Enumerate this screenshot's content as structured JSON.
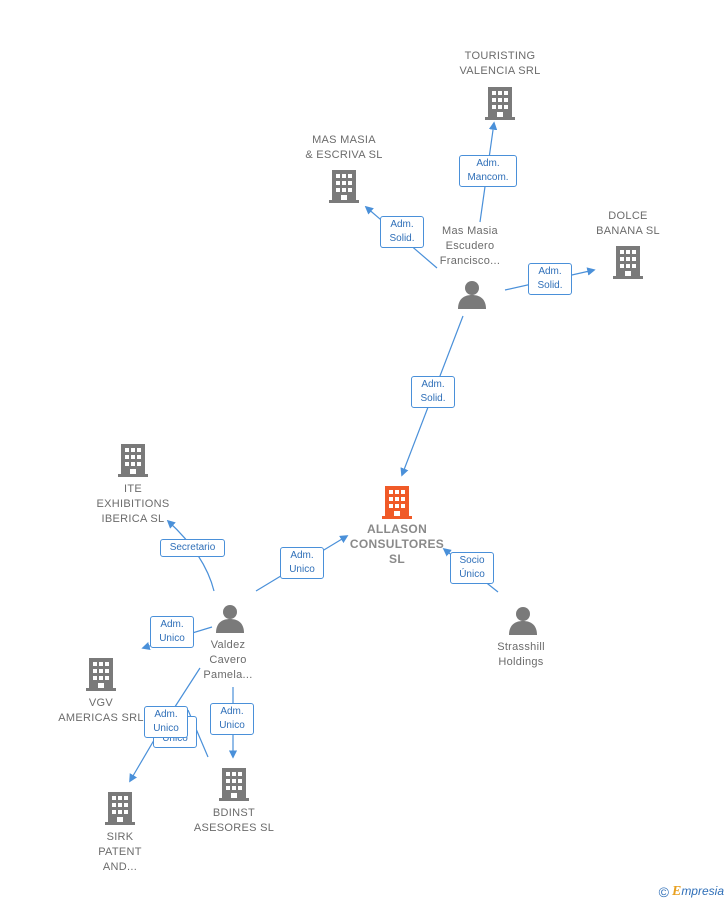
{
  "colors": {
    "edge": "#4a90d9",
    "building": "#7a7a7a",
    "building_main": "#f05a28",
    "person": "#7a7a7a",
    "label": "#6b6b6b"
  },
  "nodes": {
    "touristing": {
      "label": "TOURISTING\nVALENCIA SRL",
      "icon": "building-icon"
    },
    "masmasia_sl": {
      "label": "MAS MASIA\n& ESCRIVA  SL",
      "icon": "building-icon"
    },
    "dolce": {
      "label": "DOLCE\nBANANA  SL",
      "icon": "building-icon"
    },
    "masmasia_person": {
      "label": "Mas Masia\nEscudero\nFrancisco...",
      "icon": "person-icon"
    },
    "allason": {
      "label": "ALLASON\nCONSULTORES\nSL",
      "icon": "building-icon"
    },
    "ite": {
      "label": "ITE\nEXHIBITIONS\nIBERICA SL",
      "icon": "building-icon"
    },
    "valdez": {
      "label": "Valdez\nCavero\nPamela...",
      "icon": "person-icon"
    },
    "strasshill": {
      "label": "Strasshill\nHoldings",
      "icon": "person-icon"
    },
    "vgv": {
      "label": "VGV\nAMERICAS SRL",
      "icon": "building-icon"
    },
    "bdinst": {
      "label": "BDINST\nASESORES  SL",
      "icon": "building-icon"
    },
    "sirk": {
      "label": "SIRK\nPATENT\nAND...",
      "icon": "building-icon"
    }
  },
  "edge_labels": {
    "mancom": "Adm.\nMancom.",
    "solid_masmasia": "Adm.\nSolid.",
    "solid_dolce": "Adm.\nSolid.",
    "solid_allason": "Adm.\nSolid.",
    "unico_allason": "Adm.\nUnico",
    "socio": "Socio\nÚnico",
    "secretario": "Secretario",
    "unico_vgv": "Adm.\nUnico",
    "unico_bdinst": "Adm.\nUnico",
    "unico_sirk_back": "Adm.\nUnico",
    "unico_sirk": "Adm.\nUnico"
  },
  "footer": {
    "copyright_symbol": "©",
    "brand_initial": "E",
    "brand_rest": "mpresia"
  }
}
